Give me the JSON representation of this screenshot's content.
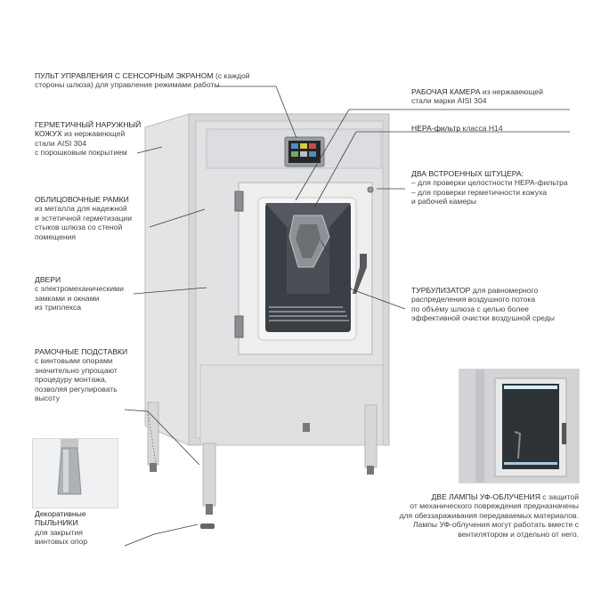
{
  "annotations": {
    "control_panel": {
      "head": "ПУЛЬТ УПРАВЛЕНИЯ С СЕНСОРНЫМ ЭКРАНОМ",
      "body": "(с каждой\nстороны шлюза) для управление режимами работы"
    },
    "casing": {
      "head": "ГЕРМЕТИЧНЫЙ НАРУЖНЫЙ\nКОЖУХ",
      "body": "из нержавеющей\nстали AISI 304\nс порошковым покрытием"
    },
    "frames": {
      "head": "ОБЛИЦОВОЧНЫЕ РАМКИ",
      "body": "из металла для надежной\nи эстетичной герметизации\nстыков шлюза со стеной\nпомещения"
    },
    "doors": {
      "head": "ДВЕРИ",
      "body": "с электромеханическими\nзамками и окнами\nиз триплекса"
    },
    "stands": {
      "head": "РАМОЧНЫЕ ПОДСТАВКИ",
      "body": "с винтовыми опорами\nзначительно упрощают\nпроцедуру монтажа,\nпозволяя регулировать\nвысоту"
    },
    "covers": {
      "head": "Декоративные\nПЫЛЬНИКИ",
      "body": "для закрытия\nвинтовых опор"
    },
    "chamber": {
      "head": "РАБОЧАЯ КАМЕРА",
      "body": "из нержавеющей\nстали марки AISI 304"
    },
    "hepa": {
      "head": "НЕРА-фильтр",
      "body": "класса Н14"
    },
    "fittings": {
      "head": "ДВА ВСТРОЕННЫХ ШТУЦЕРА:",
      "body": "– для проверки целостности НЕРА-фильтра\n– для проверки герметичности кожуха\n   и рабочей камеры"
    },
    "turbulizer": {
      "head": "ТУРБУЛИЗАТОР",
      "body": "для равномерного\nраспределения воздушного потока\nпо объёму шлюза с целью более\nэффективной очистки воздушной среды"
    },
    "uv_lamps": {
      "head": "ДВЕ ЛАМПЫ УФ-ОБЛУЧЕНИЯ",
      "body": "с защитой\nот механического повреждения предназначены\nдля обеззараживания передаваемых материалов.\nЛампы УФ-облучения могут работать вместе с\nвентилятором и отдельно от него."
    }
  },
  "colors": {
    "cabinet": "#dcdcde",
    "cabinet_shade": "#c7c8ca",
    "window": "#3a3f45",
    "screen": "#23262a"
  }
}
